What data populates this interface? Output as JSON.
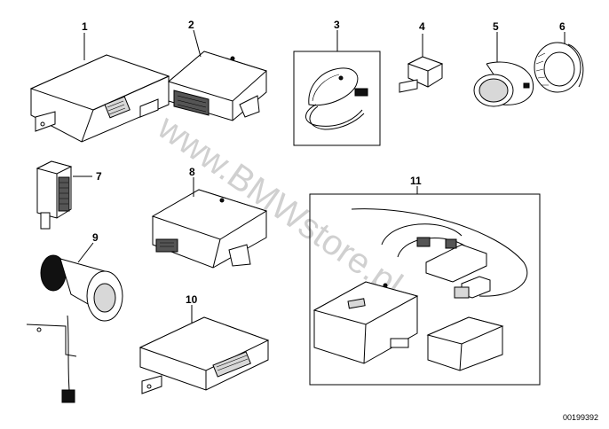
{
  "diagram": {
    "watermark": "www.BMWstore.pl",
    "reference_code": "00199392",
    "callouts": [
      "1",
      "2",
      "3",
      "4",
      "5",
      "6",
      "7",
      "8",
      "9",
      "10",
      "11"
    ]
  },
  "parts": [
    {
      "id": "1",
      "icon": "control-unit-icon"
    },
    {
      "id": "2",
      "icon": "module-with-connector-icon"
    },
    {
      "id": "3",
      "icon": "sensor-with-cable-icon"
    },
    {
      "id": "4",
      "icon": "small-relay-icon"
    },
    {
      "id": "5",
      "icon": "button-bezel-icon"
    },
    {
      "id": "6",
      "icon": "threaded-ring-icon"
    },
    {
      "id": "7",
      "icon": "plug-module-icon"
    },
    {
      "id": "8",
      "icon": "module-with-connector-icon"
    },
    {
      "id": "9",
      "icon": "siren-horn-icon"
    },
    {
      "id": "10",
      "icon": "control-unit-icon"
    },
    {
      "id": "11",
      "icon": "alarm-kit-icon"
    }
  ]
}
